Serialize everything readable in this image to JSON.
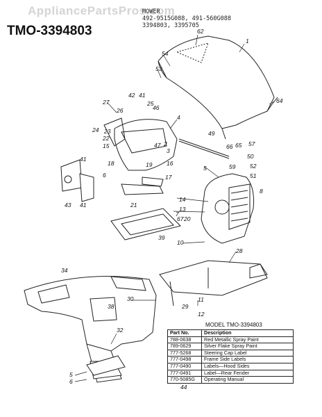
{
  "watermark": "AppliancePartsPros.com",
  "title": "TMO-3394803",
  "header": {
    "line1": "MOWER",
    "line2": "492-9515G088, 491-560G088",
    "line3": "3394803, 3395705"
  },
  "callouts": [
    "62",
    "1",
    "54",
    "53",
    "64",
    "27",
    "42",
    "41",
    "25",
    "46",
    "26",
    "4",
    "24",
    "23",
    "22",
    "15",
    "47",
    "2",
    "3",
    "49",
    "66",
    "65",
    "57",
    "50",
    "52",
    "51",
    "18",
    "19",
    "16",
    "6",
    "17",
    "5",
    "59",
    "8",
    "41",
    "43",
    "41",
    "14",
    "13",
    "67",
    "21",
    "20",
    "7",
    "39",
    "10",
    "28",
    "34",
    "38",
    "30",
    "11",
    "29",
    "12",
    "32",
    "5",
    "6",
    "44"
  ],
  "table": {
    "model_label": "MODEL TMO-3394803",
    "col_part": "Part No.",
    "col_desc": "Description",
    "rows": [
      {
        "part": "788-0638",
        "desc": "Red Metallic Spray Paint"
      },
      {
        "part": "789-0629",
        "desc": "Silver Flake Spray Paint"
      },
      {
        "part": "777-5268",
        "desc": "Steering Cap Label"
      },
      {
        "part": "777-0498",
        "desc": "Frame Side Labels"
      },
      {
        "part": "777-0490",
        "desc": "Labels—Hood Sides"
      },
      {
        "part": "777-0491",
        "desc": "Label—Rear Fender"
      },
      {
        "part": "770-5085G",
        "desc": "Operating Manual"
      }
    ]
  }
}
